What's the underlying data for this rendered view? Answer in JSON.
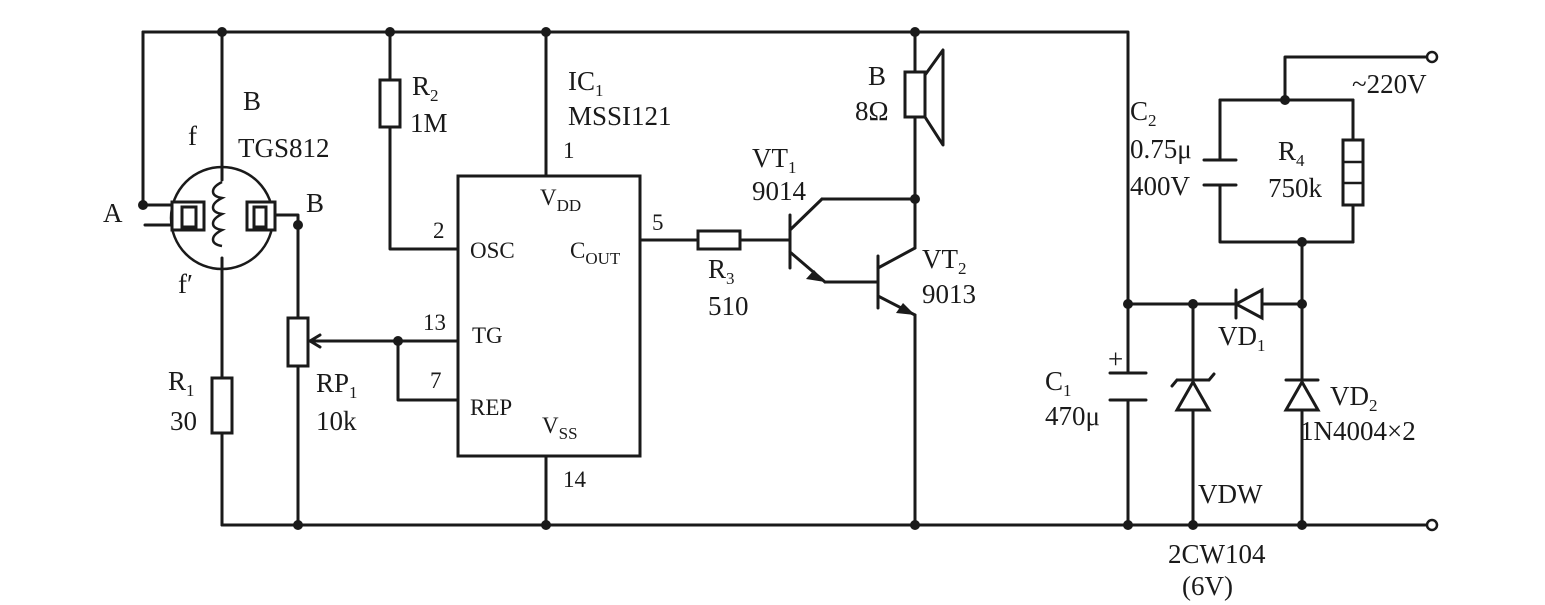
{
  "sensor": {
    "ref": "B",
    "model": "TGS812",
    "term_a": "A",
    "term_b": "B",
    "heater_top": "f",
    "heater_bottom": "f′"
  },
  "r1": {
    "ref": "R",
    "sub": "1",
    "value": "30"
  },
  "r2": {
    "ref": "R",
    "sub": "2",
    "value": "1M"
  },
  "rp1": {
    "ref": "RP",
    "sub": "1",
    "value": "10k"
  },
  "ic1": {
    "ref": "IC",
    "sub": "1",
    "part": "MSSI121",
    "pins": {
      "vdd": {
        "num": "1",
        "name": "V",
        "sub": "DD"
      },
      "osc": {
        "num": "2",
        "name": "OSC"
      },
      "cout": {
        "num": "5",
        "name": "C",
        "sub": "OUT"
      },
      "tg": {
        "num": "13",
        "name": "TG"
      },
      "rep": {
        "num": "7",
        "name": "REP"
      },
      "vss": {
        "num": "14",
        "name": "V",
        "sub": "SS"
      }
    }
  },
  "r3": {
    "ref": "R",
    "sub": "3",
    "value": "510"
  },
  "vt1": {
    "ref": "VT",
    "sub": "1",
    "part": "9014"
  },
  "vt2": {
    "ref": "VT",
    "sub": "2",
    "part": "9013"
  },
  "speaker": {
    "ref": "B",
    "value": "8Ω"
  },
  "c1": {
    "ref": "C",
    "sub": "1",
    "value": "470μ",
    "polarity": "+"
  },
  "c2": {
    "ref": "C",
    "sub": "2",
    "value": "0.75μ",
    "voltage": "400V"
  },
  "r4": {
    "ref": "R",
    "sub": "4",
    "value": "750k"
  },
  "vd1": {
    "ref": "VD",
    "sub": "1"
  },
  "vd2": {
    "ref": "VD",
    "sub": "2",
    "part": "1N4004×2"
  },
  "vdw": {
    "ref": "VDW",
    "part": "2CW104",
    "rating": "(6V)"
  },
  "mains": {
    "label": "~220V"
  }
}
